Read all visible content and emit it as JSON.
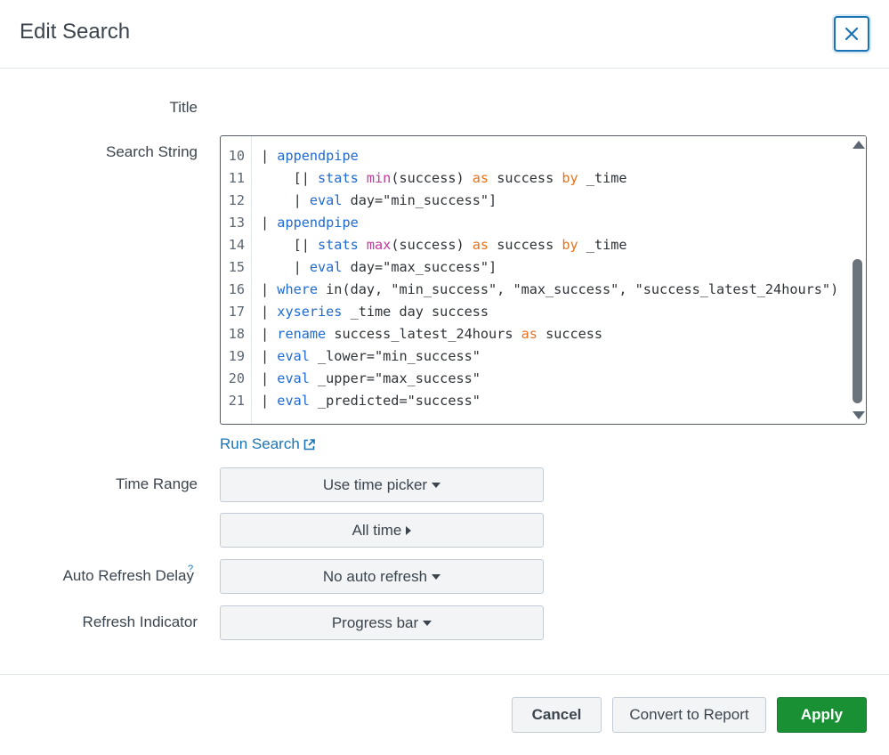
{
  "dialog": {
    "title": "Edit Search"
  },
  "fields": {
    "title_label": "Title",
    "search_string_label": "Search String",
    "time_range_label": "Time Range",
    "auto_refresh_label": "Auto Refresh Delay",
    "auto_refresh_help": "?",
    "refresh_indicator_label": "Refresh Indicator"
  },
  "editor": {
    "lines": [
      {
        "n": "10",
        "html": "| <span class=\"kw\">appendpipe</span>"
      },
      {
        "n": "11",
        "html": "    [| <span class=\"kw\">stats</span> <span class=\"fn\">min</span>(success) <span class=\"op\">as</span> success <span class=\"op\">by</span> _time"
      },
      {
        "n": "12",
        "html": "    | <span class=\"kw\">eval</span> day=\"min_success\"]"
      },
      {
        "n": "13",
        "html": "| <span class=\"kw\">appendpipe</span>"
      },
      {
        "n": "14",
        "html": "    [| <span class=\"kw\">stats</span> <span class=\"fn\">max</span>(success) <span class=\"op\">as</span> success <span class=\"op\">by</span> _time"
      },
      {
        "n": "15",
        "html": "    | <span class=\"kw\">eval</span> day=\"max_success\"]"
      },
      {
        "n": "16",
        "html": "| <span class=\"kw\">where</span> in(day, \"min_success\", \"max_success\", \"success_latest_24hours\")"
      },
      {
        "n": "17",
        "html": "| <span class=\"kw\">xyseries</span> _time day success"
      },
      {
        "n": "18",
        "html": "| <span class=\"kw\">rename</span> success_latest_24hours <span class=\"op\">as</span> success"
      },
      {
        "n": "19",
        "html": "| <span class=\"kw\">eval</span> _lower=\"min_success\""
      },
      {
        "n": "20",
        "html": "| <span class=\"kw\">eval</span> _upper=\"max_success\""
      },
      {
        "n": "21",
        "html": "| <span class=\"kw\">eval</span> _predicted=\"success\""
      }
    ]
  },
  "run_search": {
    "label": "Run Search"
  },
  "selects": {
    "time_picker": "Use time picker",
    "all_time": "All time",
    "auto_refresh": "No auto refresh",
    "refresh_indicator": "Progress bar"
  },
  "footer": {
    "cancel": "Cancel",
    "convert": "Convert to Report",
    "apply": "Apply"
  },
  "colors": {
    "accent": "#1a74b4",
    "apply_green": "#1a9035",
    "keyword": "#1f6ad3",
    "function": "#c5379a",
    "operator": "#e4731f"
  },
  "icons": {
    "close": "close-icon",
    "external_link": "external-link-icon",
    "caret_down": "caret-down-icon",
    "caret_right": "caret-right-icon"
  }
}
